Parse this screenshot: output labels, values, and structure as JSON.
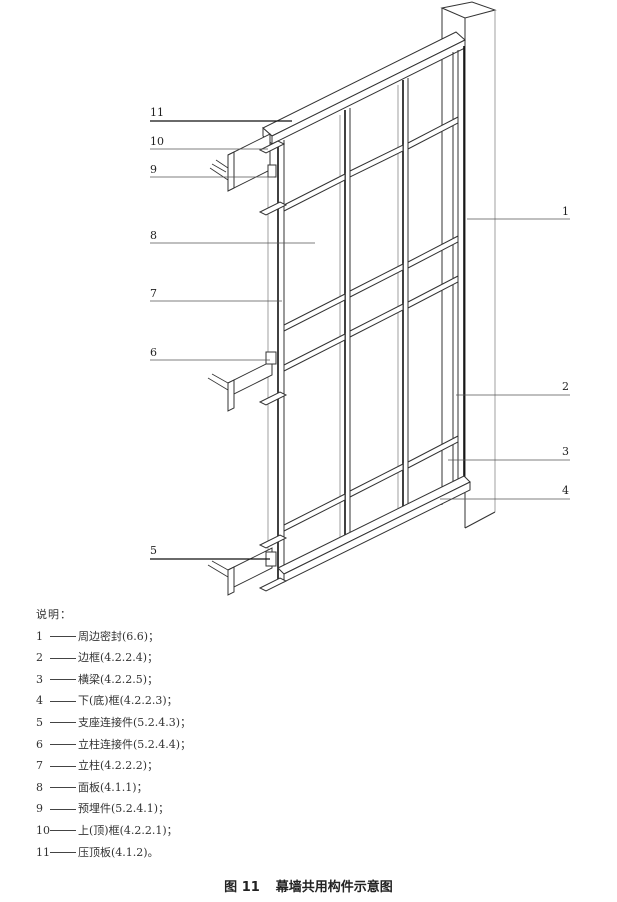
{
  "figure": {
    "caption_number": "图 11",
    "caption_title": "幕墙共用构件示意图"
  },
  "callouts": [
    {
      "id": "1",
      "label": "1"
    },
    {
      "id": "2",
      "label": "2"
    },
    {
      "id": "3",
      "label": "3"
    },
    {
      "id": "4",
      "label": "4"
    },
    {
      "id": "5",
      "label": "5"
    },
    {
      "id": "6",
      "label": "6"
    },
    {
      "id": "7",
      "label": "7"
    },
    {
      "id": "8",
      "label": "8"
    },
    {
      "id": "9",
      "label": "9"
    },
    {
      "id": "10",
      "label": "10"
    },
    {
      "id": "11",
      "label": "11"
    }
  ],
  "legend": {
    "title": "说明：",
    "items": [
      {
        "num": "1",
        "text": "周边密封(6.6)；"
      },
      {
        "num": "2",
        "text": "边框(4.2.2.4)；"
      },
      {
        "num": "3",
        "text": "横梁(4.2.2.5)；"
      },
      {
        "num": "4",
        "text": "下(底)框(4.2.2.3)；"
      },
      {
        "num": "5",
        "text": "支座连接件(5.2.4.3)；"
      },
      {
        "num": "6",
        "text": "立柱连接件(5.2.4.4)；"
      },
      {
        "num": "7",
        "text": "立柱(4.2.2.2)；"
      },
      {
        "num": "8",
        "text": "面板(4.1.1)；"
      },
      {
        "num": "9",
        "text": "预埋件(5.2.4.1)；"
      },
      {
        "num": "10",
        "text": "上(顶)框(4.2.2.1)；"
      },
      {
        "num": "11",
        "text": "压顶板(4.1.2)。"
      }
    ]
  }
}
